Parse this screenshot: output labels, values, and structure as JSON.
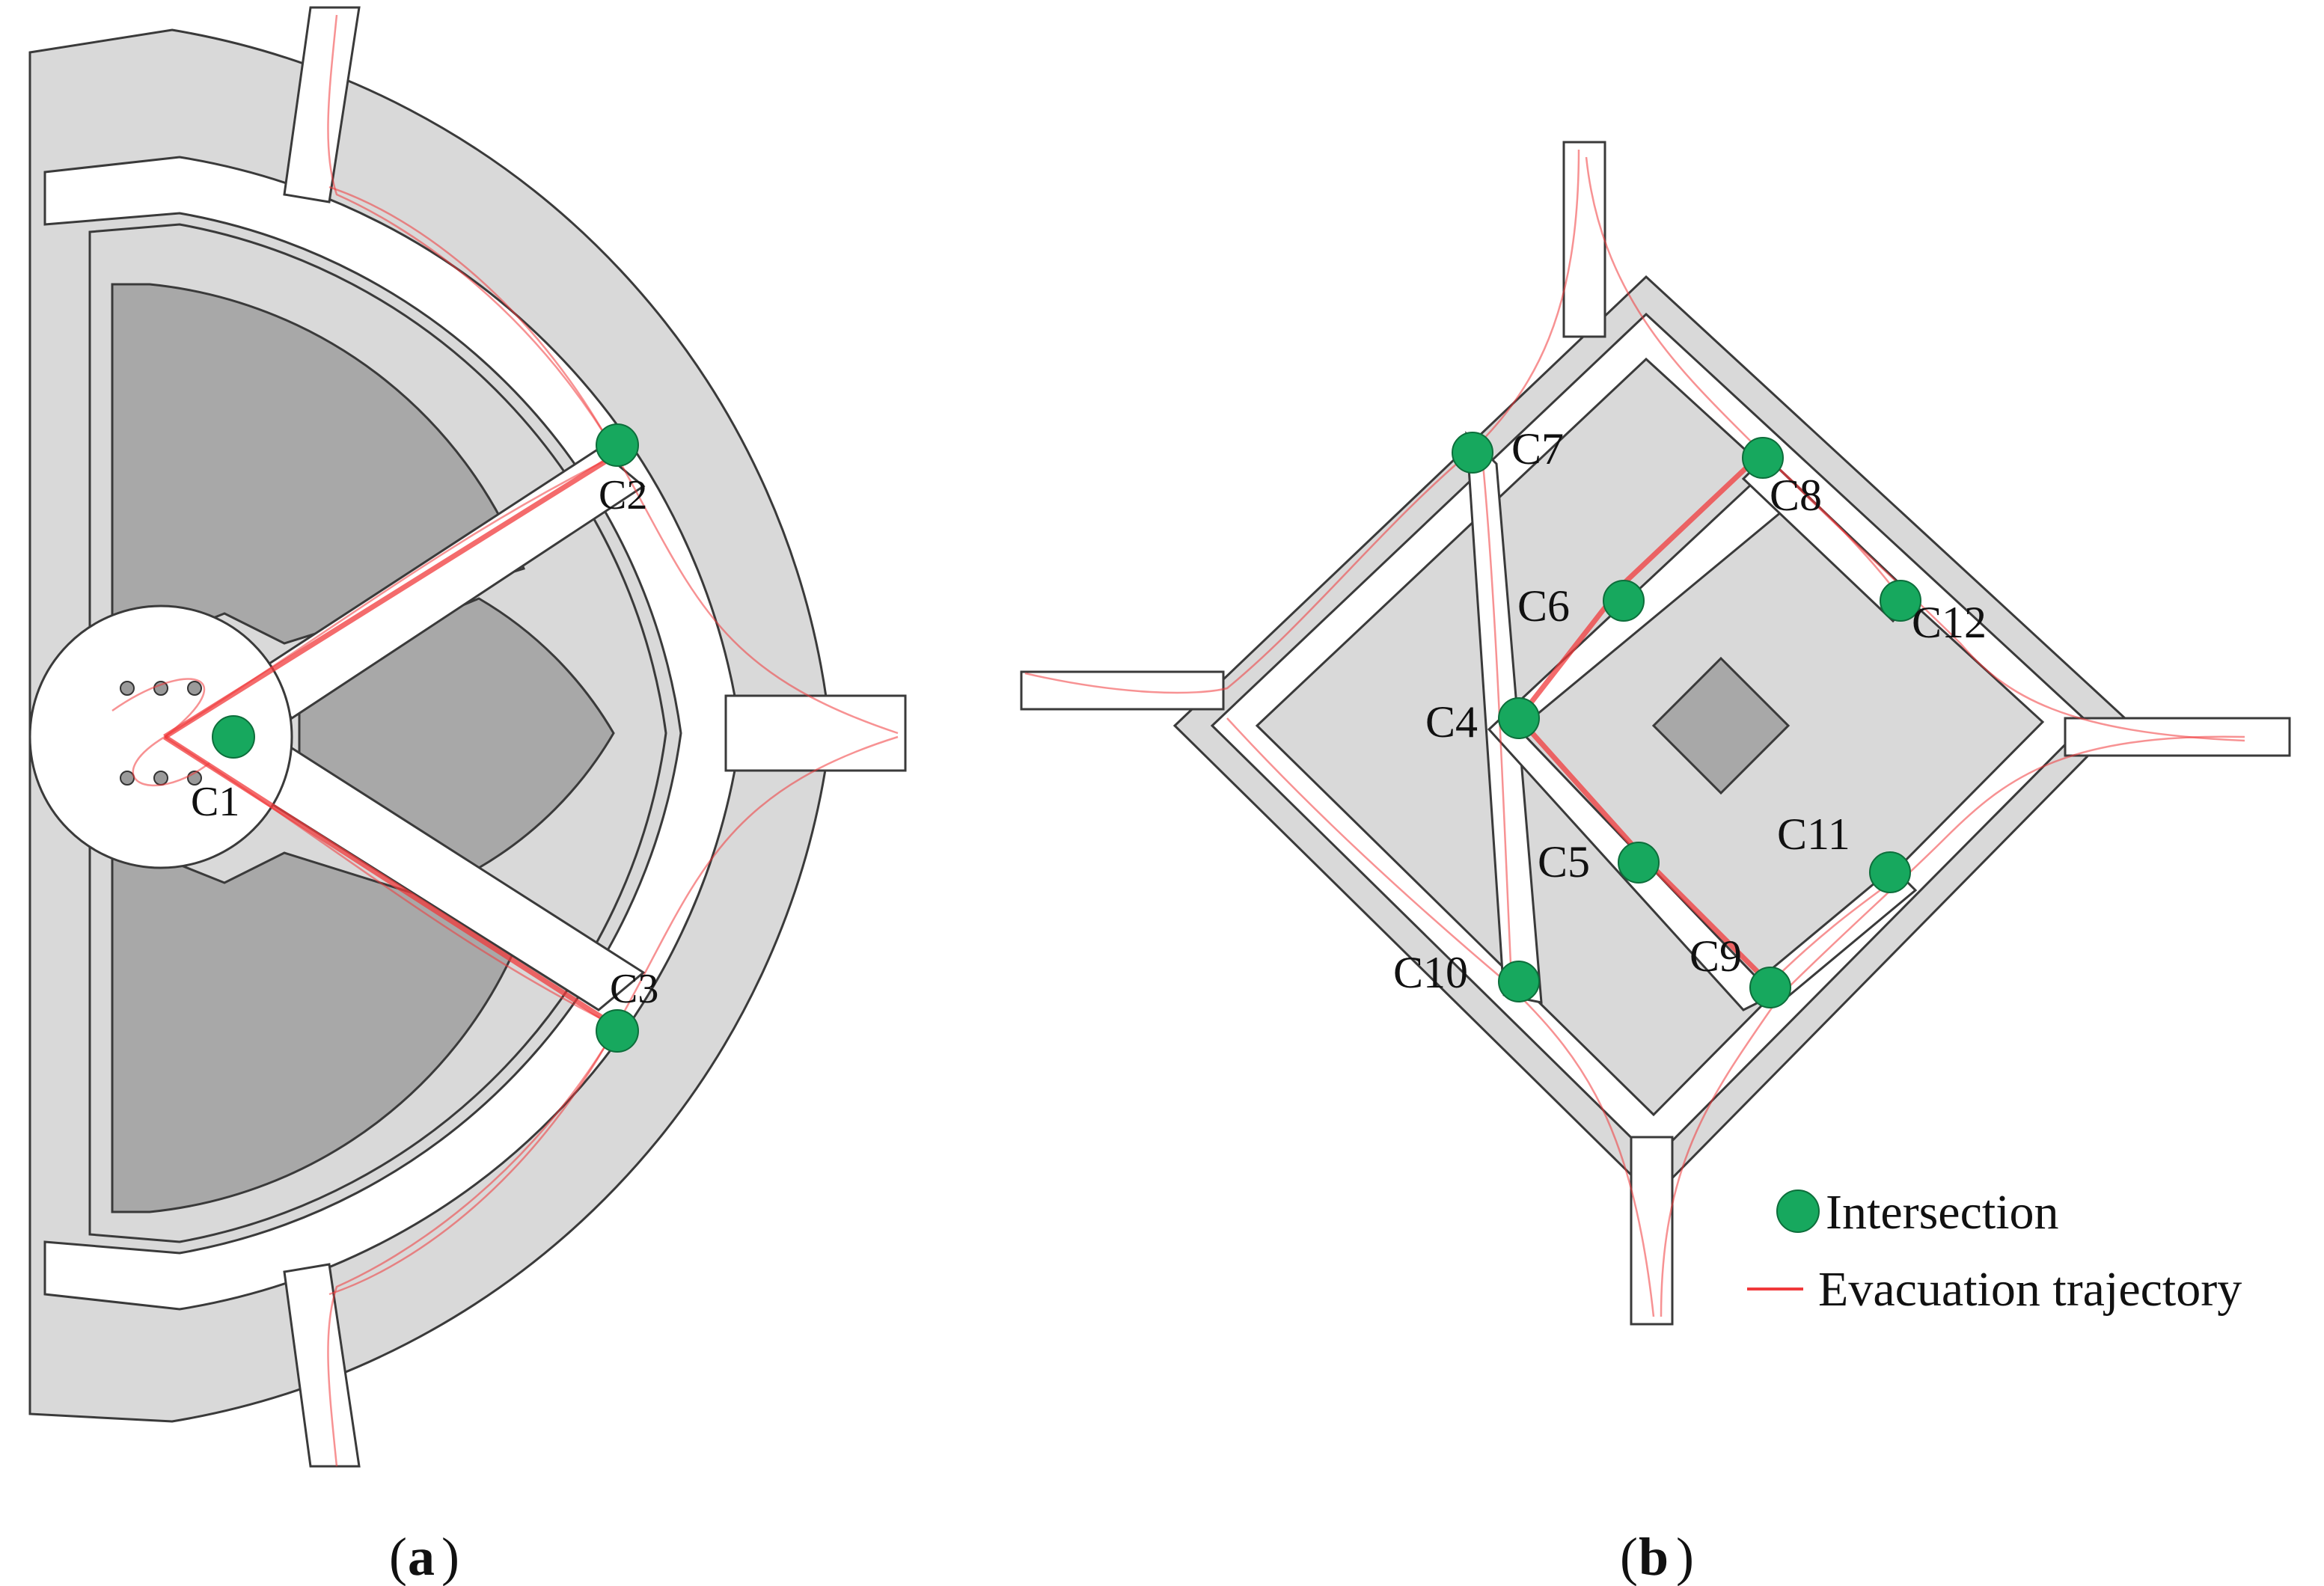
{
  "panels": [
    {
      "id": "a",
      "caption_letter": "a"
    },
    {
      "id": "b",
      "caption_letter": "b"
    }
  ],
  "intersections": [
    "C1",
    "C2",
    "C3",
    "C4",
    "C5",
    "C6",
    "C7",
    "C8",
    "C9",
    "C10",
    "C11",
    "C12"
  ],
  "legend": {
    "intersection_label": "Intersection",
    "trajectory_label": "Evacuation trajectory"
  },
  "colors": {
    "intersection": "#17a85e",
    "trajectory": "#f0393b",
    "shop": "#d9d9d9",
    "core": "#a8a8a8"
  }
}
